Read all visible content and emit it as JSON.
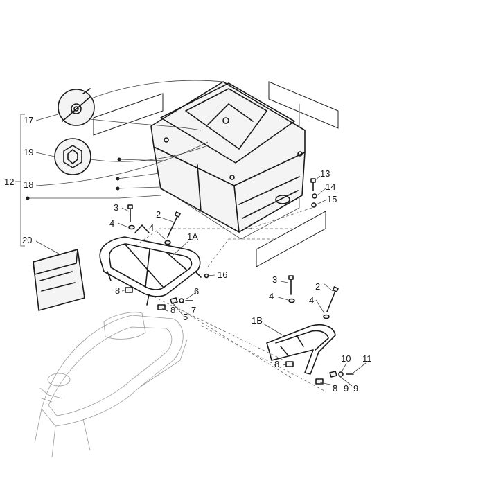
{
  "labels": {
    "p1a": "1A",
    "p1b": "1B",
    "p2a": "2",
    "p2b": "2",
    "p3a": "3",
    "p3b": "3",
    "p4a": "4",
    "p4b": "4",
    "p4c": "4",
    "p4d": "4",
    "p5": "5",
    "p6": "6",
    "p7": "7",
    "p8a": "8",
    "p8b": "8",
    "p8c": "8",
    "p8d": "8",
    "p9a": "9",
    "p9b": "9",
    "p10": "10",
    "p11": "11",
    "p12": "12",
    "p13": "13",
    "p14": "14",
    "p15": "15",
    "p16": "16",
    "p17": "17",
    "p18": "18",
    "p19": "19",
    "p20": "20"
  }
}
